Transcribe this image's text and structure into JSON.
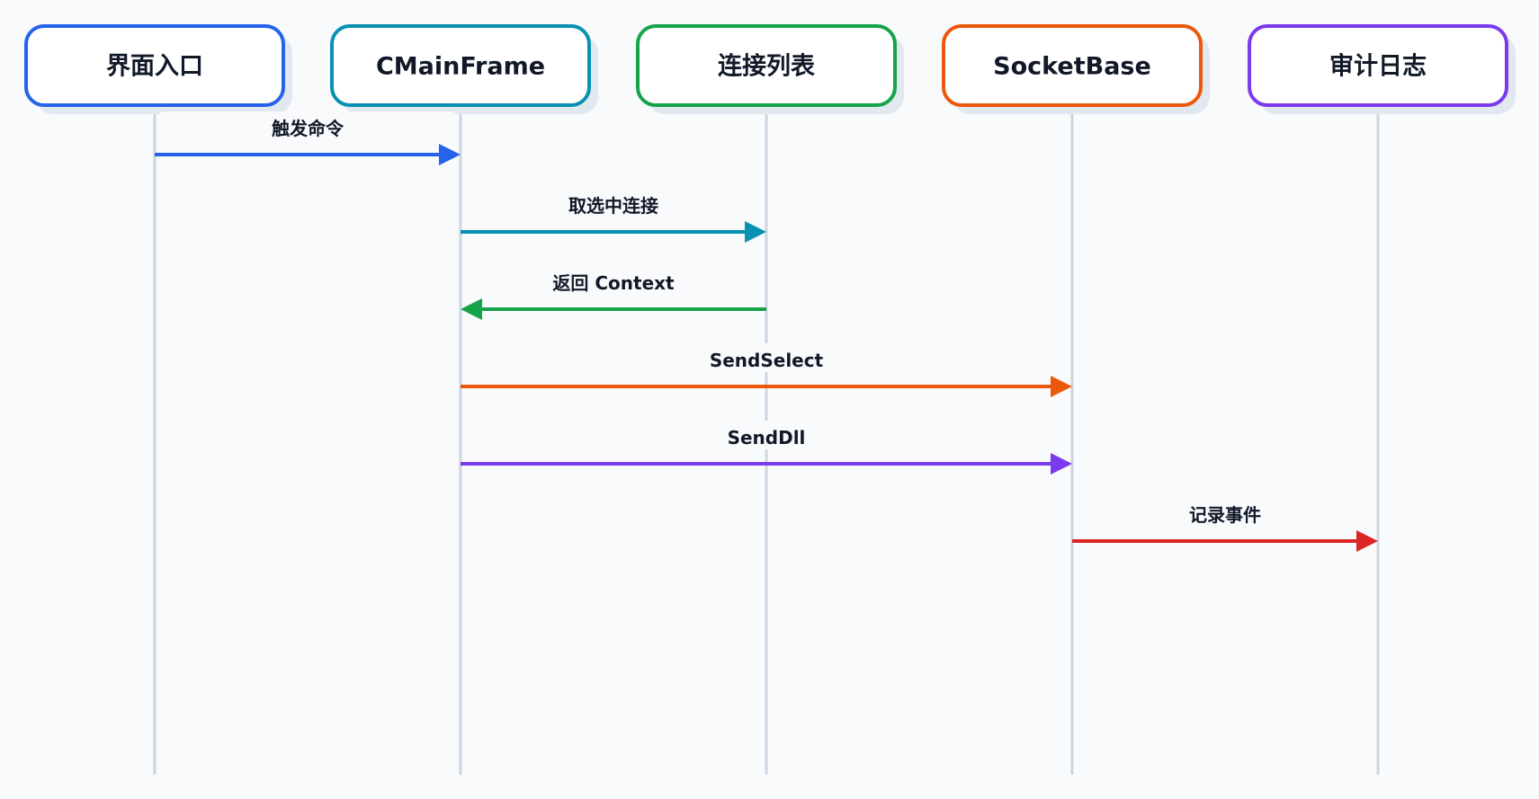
{
  "participants": [
    {
      "id": "ui",
      "label": "界面入口",
      "color": "#2563eb"
    },
    {
      "id": "mainframe",
      "label": "CMainFrame",
      "color": "#0891b2"
    },
    {
      "id": "connlist",
      "label": "连接列表",
      "color": "#16a34a"
    },
    {
      "id": "socket",
      "label": "SocketBase",
      "color": "#ea580c"
    },
    {
      "id": "audit",
      "label": "审计日志",
      "color": "#7c3aed"
    }
  ],
  "messages": [
    {
      "from": 0,
      "to": 1,
      "label": "触发命令",
      "color": "#2563eb"
    },
    {
      "from": 1,
      "to": 2,
      "label": "取选中连接",
      "color": "#0891b2"
    },
    {
      "from": 2,
      "to": 1,
      "label": "返回 Context",
      "color": "#16a34a"
    },
    {
      "from": 1,
      "to": 3,
      "label": "SendSelect",
      "color": "#ea580c"
    },
    {
      "from": 1,
      "to": 3,
      "label": "SendDll",
      "color": "#7c3aed"
    },
    {
      "from": 3,
      "to": 4,
      "label": "记录事件",
      "color": "#dc2626"
    }
  ]
}
